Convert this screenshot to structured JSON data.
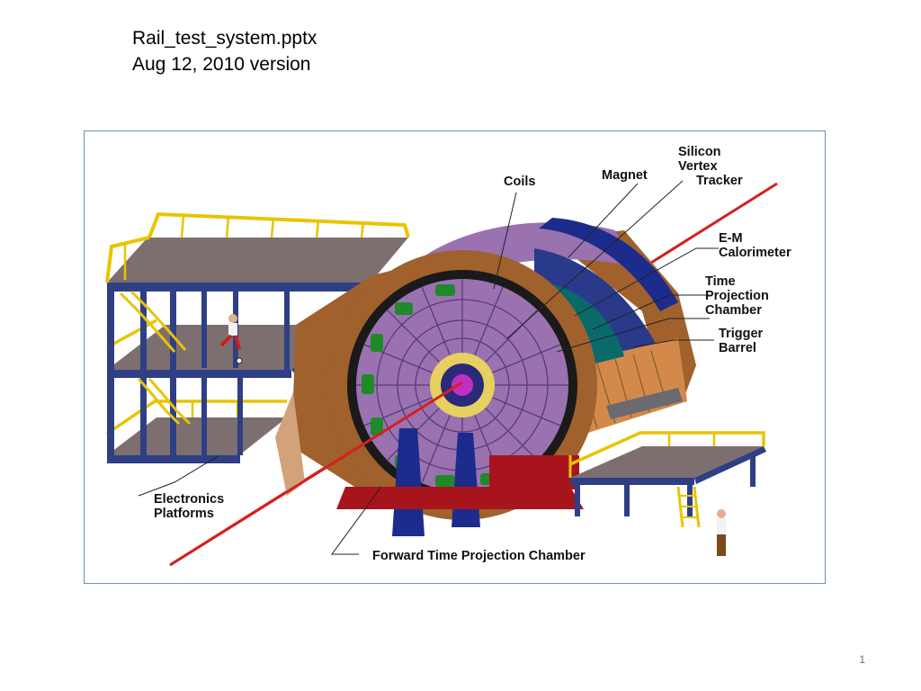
{
  "slide": {
    "title_line1": "Rail_test_system.pptx",
    "title_line2": "Aug 12, 2010 version",
    "page_number": "1"
  },
  "diagram": {
    "labels": {
      "coils": "Coils",
      "magnet": "Magnet",
      "svt_1": "Silicon",
      "svt_2": "Vertex",
      "svt_3": "Tracker",
      "em_1": "E-M",
      "em_2": "Calorimeter",
      "tpc_1": "Time",
      "tpc_2": "Projection",
      "tpc_3": "Chamber",
      "trig_1": "Trigger",
      "trig_2": "Barrel",
      "elec_1": "Electronics",
      "elec_2": "Platforms",
      "ftpc": "Forward Time Projection Chamber"
    },
    "colors": {
      "frame": "#a0612d",
      "platform_deck": "#7d6f6f",
      "railing": "#e8c400",
      "steel": "#2e3f86",
      "magnet_purple": "#9a72b0",
      "teal_tpc": "#0a6a6a",
      "beam": "#d42020",
      "base": "#a8141c",
      "ftpc_blue": "#1c2c8c",
      "trig_orange": "#d2894a"
    }
  }
}
